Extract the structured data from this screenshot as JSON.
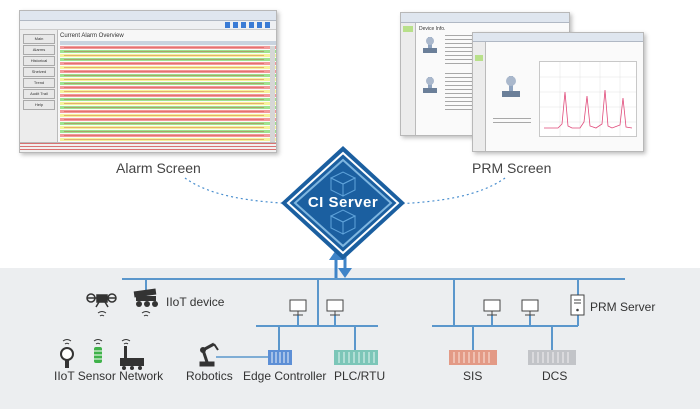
{
  "labels": {
    "alarm_screen": "Alarm Screen",
    "prm_screen": "PRM Screen",
    "ci_server": "CI Server",
    "iiot_device": "IIoT device",
    "iiot_sensor_network": "IIoT Sensor Network",
    "robotics": "Robotics",
    "edge_controller": "Edge Controller",
    "plc_rtu": "PLC/RTU",
    "sis": "SIS",
    "dcs": "DCS",
    "prm_server": "PRM Server"
  },
  "alarm_window": {
    "title": "Current Alarm Overview",
    "nav_buttons": [
      "Main",
      "Alarms",
      "Historical",
      "Shelved",
      "Trend",
      "Audit Trail",
      "Help"
    ]
  },
  "prm_window": {
    "title": "Device Info."
  },
  "colors": {
    "ci_blue": "#1b5fa0",
    "ci_light": "#7fb6e0",
    "bus_line": "#5b97cc",
    "alarm_red": "#f29a9a",
    "alarm_green": "#9fe28f",
    "alarm_yellow": "#f5f29a",
    "sis_color": "#e39a86",
    "dcs_color": "#c2c4c8",
    "io_color": "#7cc6b8"
  }
}
